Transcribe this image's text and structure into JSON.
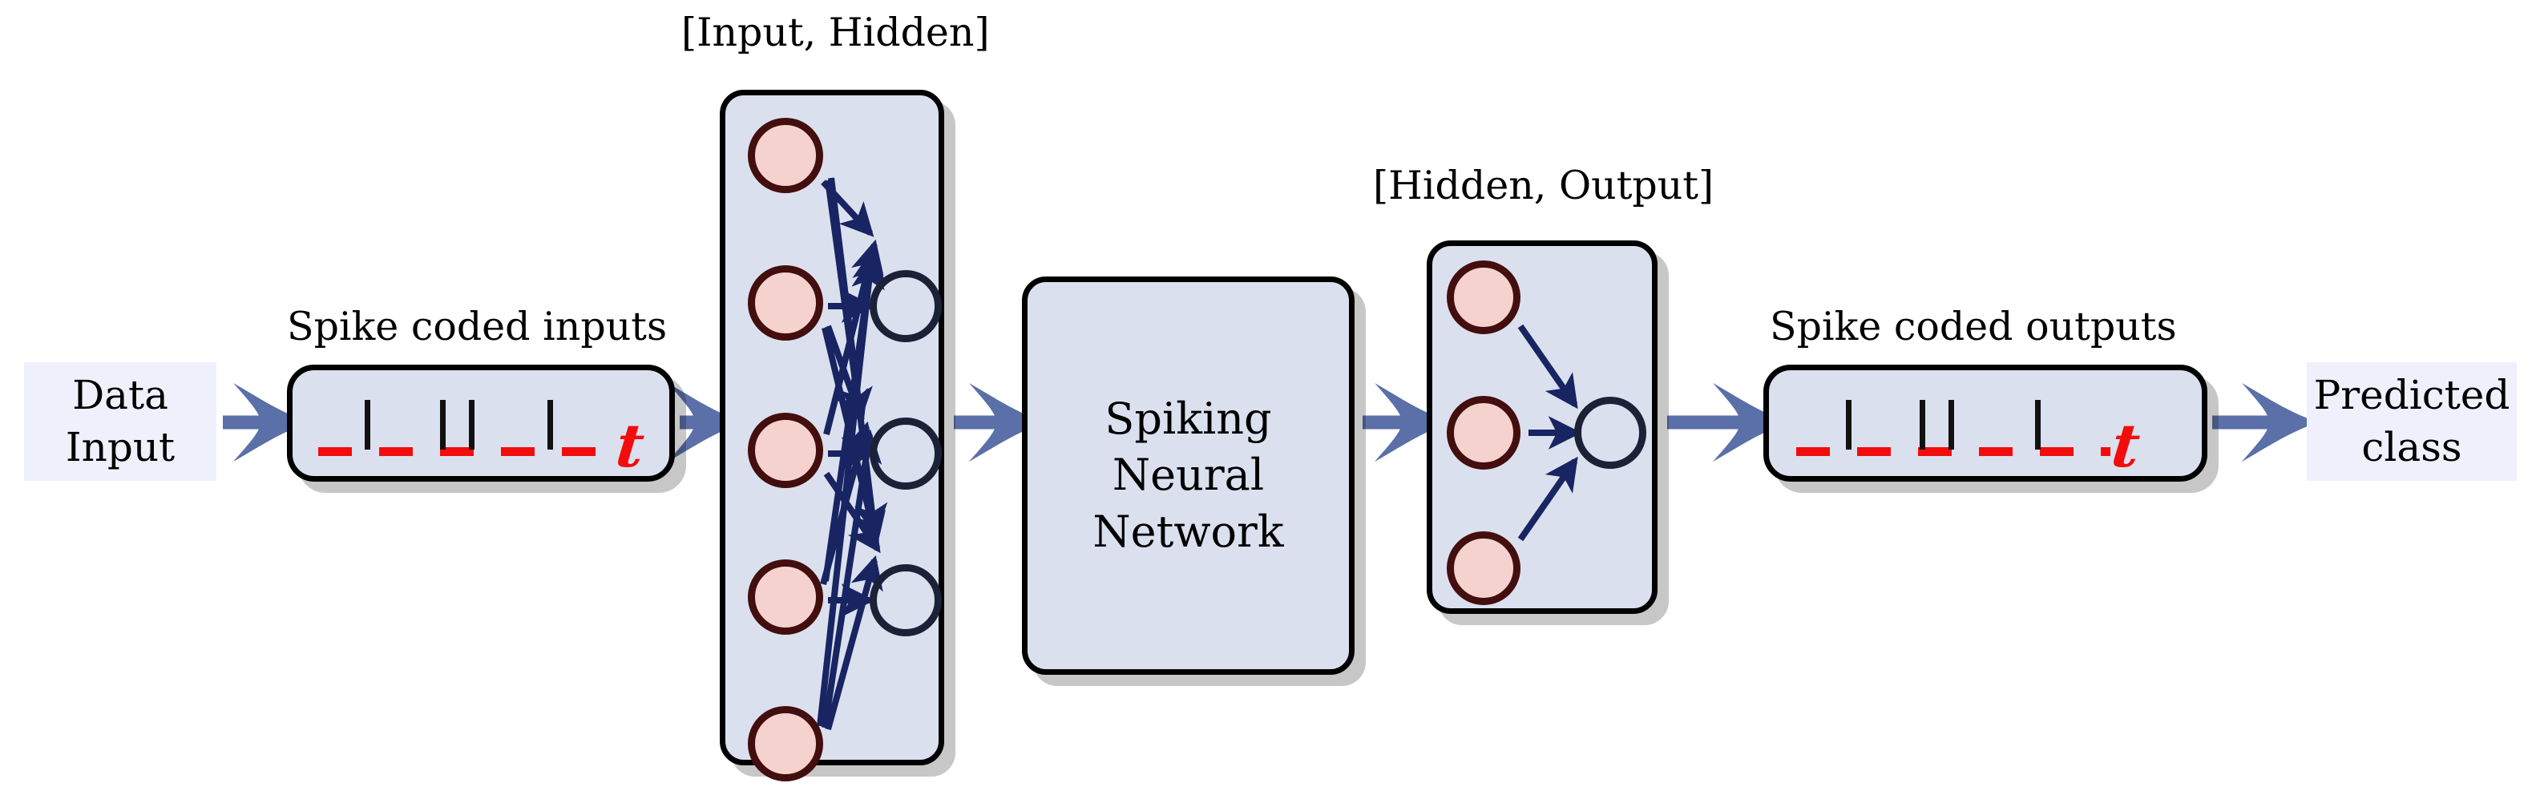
{
  "diagram": {
    "title": "Spiking Neural Network classification pipeline",
    "colors": {
      "panel_fill": "#DBE0EE",
      "panel_border": "#000000",
      "panel_shadow": "rgba(0,0,0,0.22)",
      "flat_box_fill": "#EFF0FB",
      "neuron_pink_fill": "#F6D2CF",
      "neuron_pink_border": "#430E0E",
      "neuron_hollow_border": "#1B2238",
      "synapse_arrow": "#182562",
      "flow_arrow": "#5B6FA8",
      "spike_line": "#111111",
      "spike_baseline": "#F30C0C",
      "time_symbol": "#F30C0C"
    },
    "stages": [
      {
        "name": "data-input",
        "label": "Data\nInput"
      },
      {
        "name": "spike-encoder",
        "label": "Spike coded inputs"
      },
      {
        "name": "input-hidden",
        "label": "[Input, Hidden]"
      },
      {
        "name": "snn-core",
        "label": "Spiking\nNeural\nNetwork"
      },
      {
        "name": "hidden-output",
        "label": "[Hidden, Output]"
      },
      {
        "name": "spike-decoder",
        "label": "Spike coded outputs"
      },
      {
        "name": "predicted-class",
        "label": "Predicted\nclass"
      }
    ]
  },
  "data_input_box": {
    "line1": "Data",
    "line2": "Input"
  },
  "spike_inputs": {
    "caption": "Spike coded inputs",
    "time_symbol": "t",
    "spike_times_pct": [
      17,
      46,
      58,
      81
    ],
    "spike_count": 4
  },
  "input_hidden": {
    "caption": "[Input, Hidden]",
    "source_layer": "Input",
    "target_layer": "Hidden",
    "source_node_count": 5,
    "target_node_count": 3,
    "connectivity": "fully-connected",
    "edge_count": 15
  },
  "snn_core": {
    "line1": "Spiking",
    "line2": "Neural",
    "line3": "Network"
  },
  "hidden_output": {
    "caption": "[Hidden, Output]",
    "source_layer": "Hidden",
    "target_layer": "Output",
    "source_node_count": 3,
    "target_node_count": 1,
    "connectivity": "fully-connected",
    "edge_count": 3
  },
  "spike_outputs": {
    "caption": "Spike coded outputs",
    "time_symbol": "t",
    "spike_times_pct": [
      17,
      46,
      58,
      81
    ],
    "spike_count": 4
  },
  "predicted_class_box": {
    "line1": "Predicted",
    "line2": "class"
  }
}
